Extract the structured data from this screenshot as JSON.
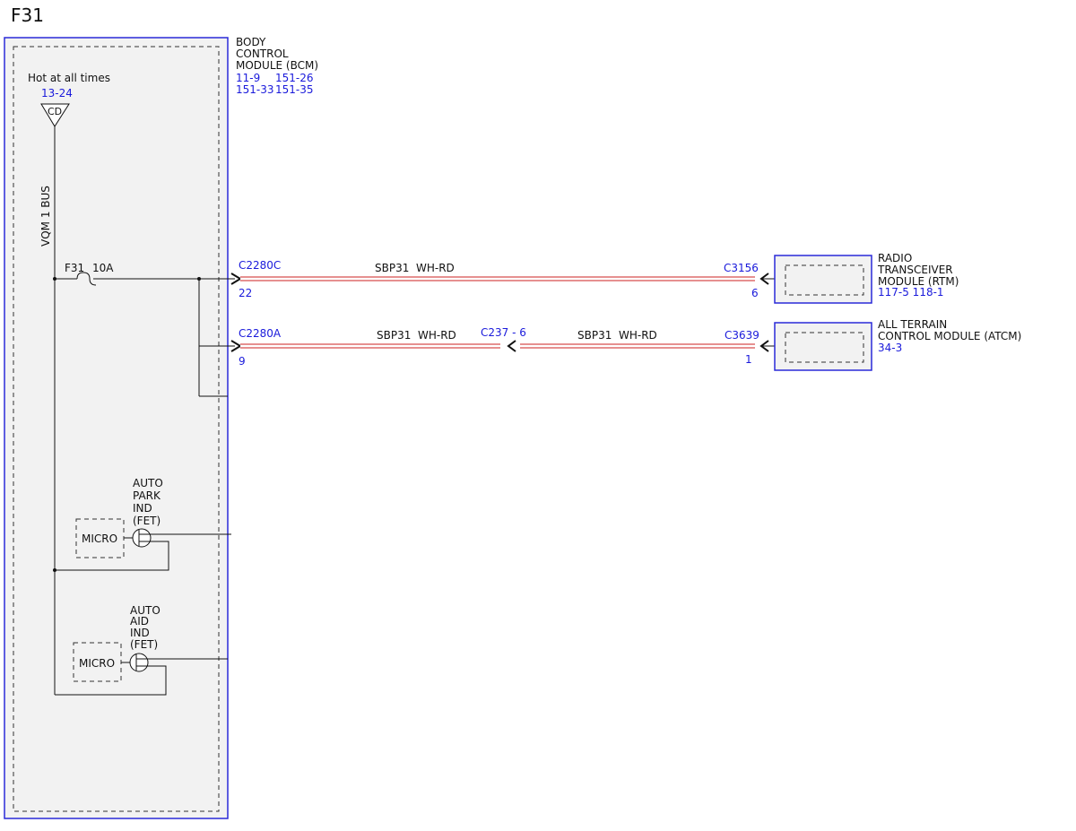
{
  "title": "F31",
  "colors": {
    "module_border": "#2a2ad8",
    "module_fill": "#f2f2f2",
    "link_text": "#1a1adb",
    "wire_red": "#cc2222",
    "wire_white": "#ffffff",
    "line": "#111111"
  },
  "bcm": {
    "name_lines": [
      "BODY",
      "CONTROL",
      "MODULE (BCM)"
    ],
    "refs": [
      "11-9",
      "151-26",
      "151-33",
      "151-35"
    ]
  },
  "supply": {
    "label": "Hot at all times",
    "ref": "13-24",
    "terminal": "CD",
    "bus_label": "VQM 1 BUS"
  },
  "fuse": {
    "name": "F31",
    "rating": "10A"
  },
  "circuits": [
    {
      "connector_out": "C2280C",
      "pin_out": "22",
      "wire_label": "SBP31  WH-RD",
      "connector_in": "C3156",
      "pin_in": "6",
      "module_name_lines": [
        "RADIO",
        "TRANSCEIVER",
        "MODULE (RTM)"
      ],
      "module_refs": "117-5 118-1"
    },
    {
      "connector_out": "C2280A",
      "pin_out": "9",
      "wire_label_1": "SBP31  WH-RD",
      "inline": "C237 - 6",
      "wire_label_2": "SBP31  WH-RD",
      "connector_in": "C3639",
      "pin_in": "1",
      "module_name_lines": [
        "ALL TERRAIN",
        "CONTROL MODULE (ATCM)"
      ],
      "module_refs": "34-3"
    }
  ],
  "drivers": [
    {
      "name_lines": [
        "AUTO",
        "PARK",
        "IND",
        "(FET)"
      ],
      "micro": "MICRO"
    },
    {
      "name_lines": [
        "AUTO",
        "AID",
        "IND",
        "(FET)"
      ],
      "micro": "MICRO"
    }
  ]
}
